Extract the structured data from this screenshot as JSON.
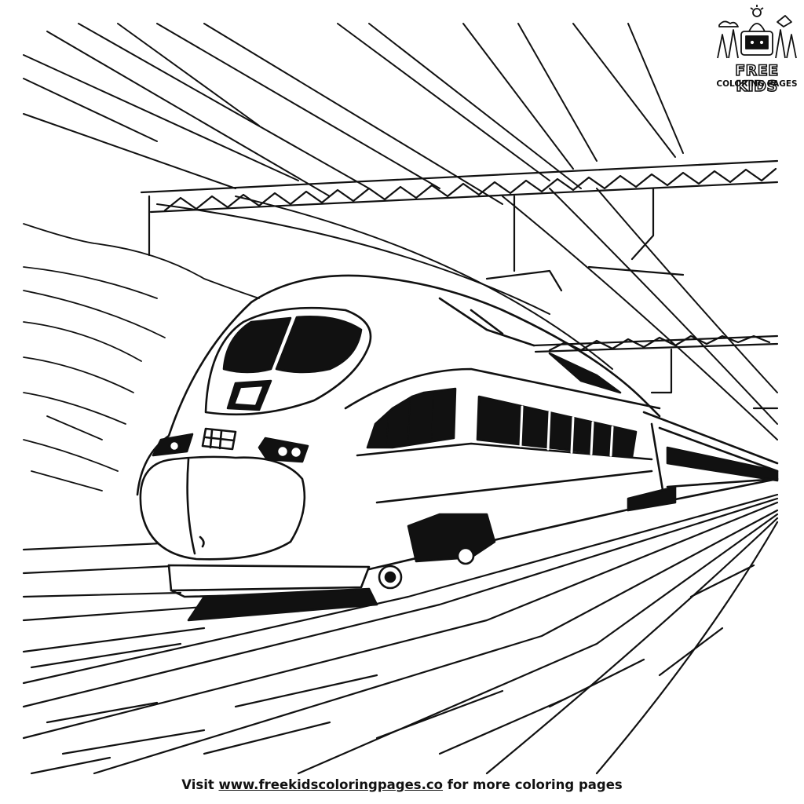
{
  "logo": {
    "title": "FREE KIDS",
    "subtitle": "COLORING PAGES"
  },
  "footer": {
    "prefix": "Visit",
    "url": "www.freekidscoloringpages.co",
    "suffix": "for more coloring pages"
  },
  "illustration": {
    "subject": "high-speed-train"
  },
  "colors": {
    "ink": "#111111",
    "paper": "#ffffff"
  }
}
